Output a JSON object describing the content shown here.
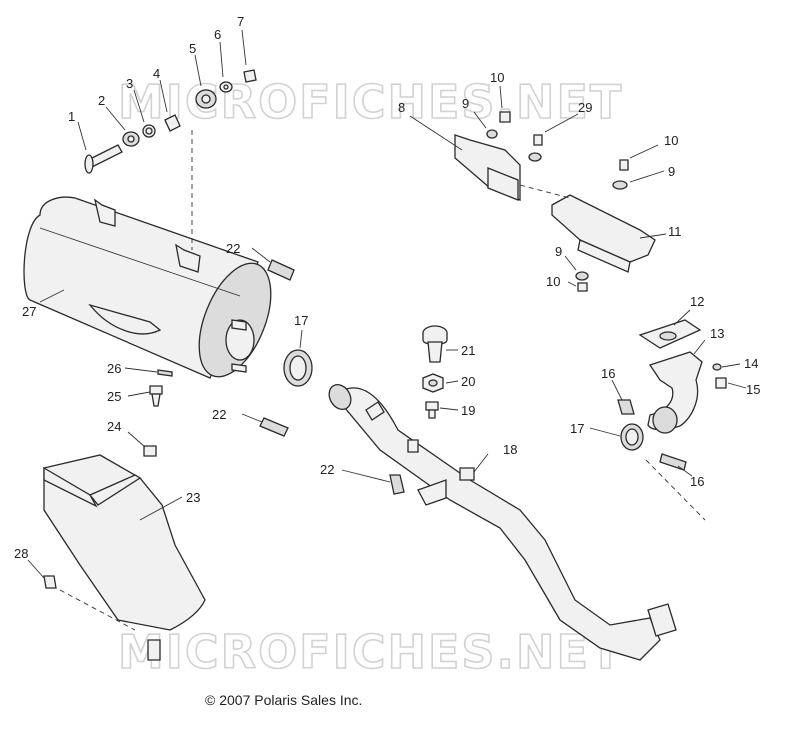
{
  "watermark": {
    "top": "MICROFICHES.NET",
    "bottom": "MICROFICHES.NET"
  },
  "copyright": "© 2007 Polaris Sales Inc.",
  "callouts": {
    "c1": "1",
    "c2": "2",
    "c3": "3",
    "c4": "4",
    "c5": "5",
    "c6": "6",
    "c7": "7",
    "c8": "8",
    "c9a": "9",
    "c9b": "9",
    "c9c": "9",
    "c10a": "10",
    "c10b": "10",
    "c10c": "10",
    "c11": "11",
    "c12": "12",
    "c13": "13",
    "c14": "14",
    "c15": "15",
    "c16a": "16",
    "c16b": "16",
    "c17a": "17",
    "c17b": "17",
    "c18": "18",
    "c19": "19",
    "c20": "20",
    "c21": "21",
    "c22a": "22",
    "c22b": "22",
    "c22c": "22",
    "c23": "23",
    "c24": "24",
    "c25": "25",
    "c26": "26",
    "c27": "27",
    "c28": "28",
    "c29": "29"
  }
}
